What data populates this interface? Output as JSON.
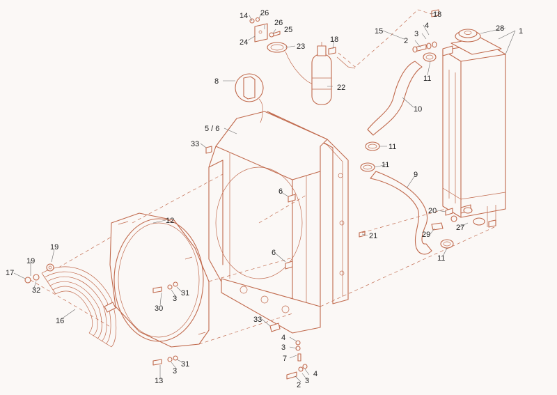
{
  "diagram": {
    "callouts": [
      {
        "id": "c1",
        "text": "1"
      },
      {
        "id": "c28",
        "text": "28"
      },
      {
        "id": "c18a",
        "text": "18"
      },
      {
        "id": "c15",
        "text": "15"
      },
      {
        "id": "c4a",
        "text": "4"
      },
      {
        "id": "c3a",
        "text": "3"
      },
      {
        "id": "c2a",
        "text": "2"
      },
      {
        "id": "c11a",
        "text": "11"
      },
      {
        "id": "c10",
        "text": "10"
      },
      {
        "id": "c11b",
        "text": "11"
      },
      {
        "id": "c11c",
        "text": "11"
      },
      {
        "id": "c9",
        "text": "9"
      },
      {
        "id": "c20",
        "text": "20"
      },
      {
        "id": "c29",
        "text": "29"
      },
      {
        "id": "c27",
        "text": "27"
      },
      {
        "id": "c11d",
        "text": "11"
      },
      {
        "id": "c14",
        "text": "14"
      },
      {
        "id": "c26a",
        "text": "26"
      },
      {
        "id": "c26b",
        "text": "26"
      },
      {
        "id": "c25",
        "text": "25"
      },
      {
        "id": "c24",
        "text": "24"
      },
      {
        "id": "c23",
        "text": "23"
      },
      {
        "id": "c18b",
        "text": "18"
      },
      {
        "id": "c22",
        "text": "22"
      },
      {
        "id": "c8",
        "text": "8"
      },
      {
        "id": "c56",
        "text": "5 / 6"
      },
      {
        "id": "c33a",
        "text": "33"
      },
      {
        "id": "c6a",
        "text": "6"
      },
      {
        "id": "c21",
        "text": "21"
      },
      {
        "id": "c6b",
        "text": "6"
      },
      {
        "id": "c12",
        "text": "12"
      },
      {
        "id": "c19a",
        "text": "19"
      },
      {
        "id": "c19b",
        "text": "19"
      },
      {
        "id": "c17",
        "text": "17"
      },
      {
        "id": "c32",
        "text": "32"
      },
      {
        "id": "c16",
        "text": "16"
      },
      {
        "id": "c31a",
        "text": "31"
      },
      {
        "id": "c3b",
        "text": "3"
      },
      {
        "id": "c30",
        "text": "30"
      },
      {
        "id": "c33b",
        "text": "33"
      },
      {
        "id": "c4b",
        "text": "4"
      },
      {
        "id": "c3c",
        "text": "3"
      },
      {
        "id": "c7",
        "text": "7"
      },
      {
        "id": "c4c",
        "text": "4"
      },
      {
        "id": "c2b",
        "text": "2"
      },
      {
        "id": "c3d",
        "text": "3"
      },
      {
        "id": "c31b",
        "text": "31"
      },
      {
        "id": "c3e",
        "text": "3"
      },
      {
        "id": "c13",
        "text": "13"
      }
    ]
  },
  "colors": {
    "line": "#c0694c",
    "text": "#222222",
    "background": "#fbf8f6"
  }
}
